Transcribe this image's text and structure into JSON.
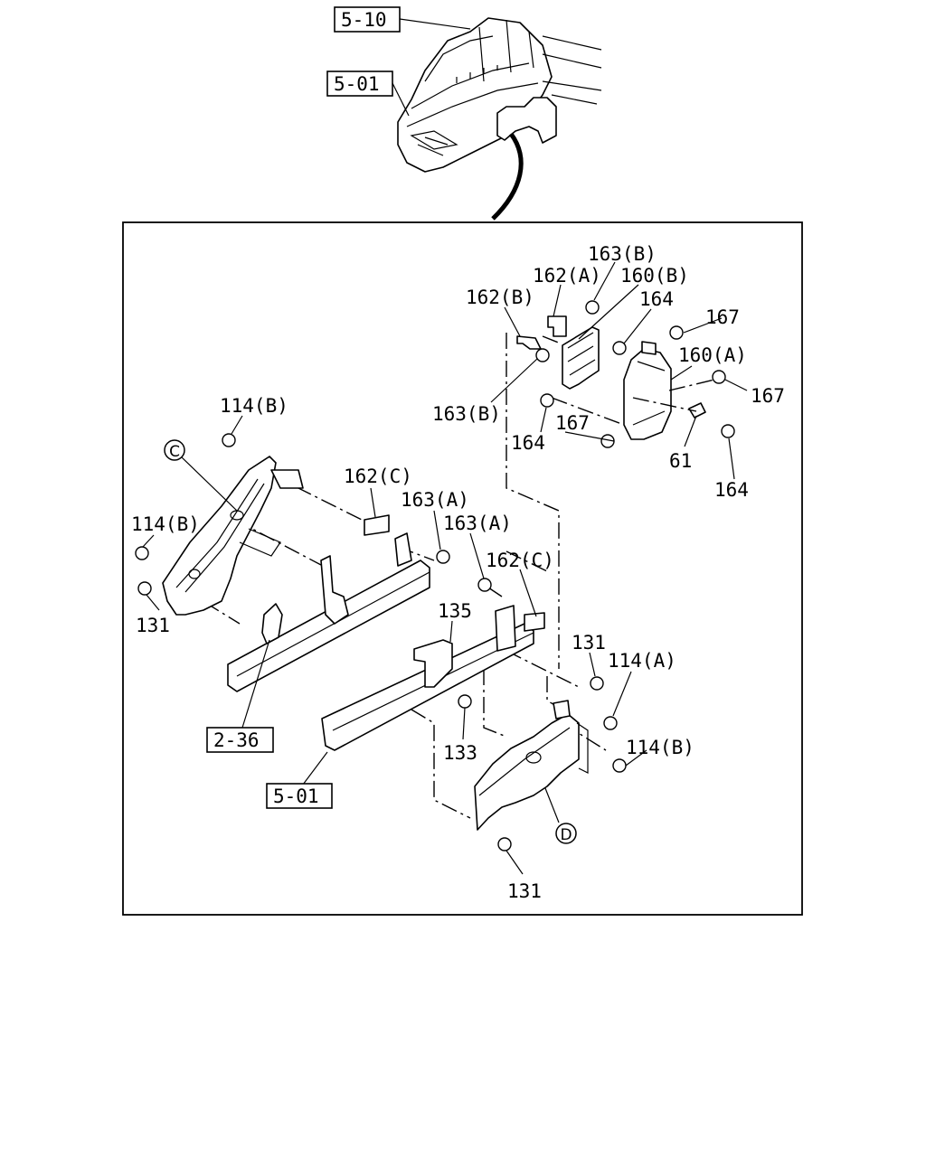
{
  "refs": {
    "top_ref1": "5-10",
    "top_ref2": "5-01",
    "ref_2_36": "2-36",
    "ref_5_01": "5-01"
  },
  "callouts": {
    "c_letter": "C",
    "d_letter": "D"
  },
  "labels": {
    "l163B_top": "163(B)",
    "l162A": "162(A)",
    "l160B": "160(B)",
    "l162B": "162(B)",
    "l164_top": "164",
    "l167_a": "167",
    "l160A": "160(A)",
    "l167_b": "167",
    "l163B_left": "163(B)",
    "l167_c": "167",
    "l164_mid": "164",
    "l61": "61",
    "l164_right": "164",
    "l114B_top": "114(B)",
    "l162C_left": "162(C)",
    "l163A_a": "163(A)",
    "l163A_b": "163(A)",
    "l114B_left": "114(B)",
    "l162C_right": "162(C)",
    "l131_left": "131",
    "l135": "135",
    "l131_right": "131",
    "l114A": "114(A)",
    "l114B_right": "114(B)",
    "l133": "133",
    "l131_bottom": "131"
  }
}
